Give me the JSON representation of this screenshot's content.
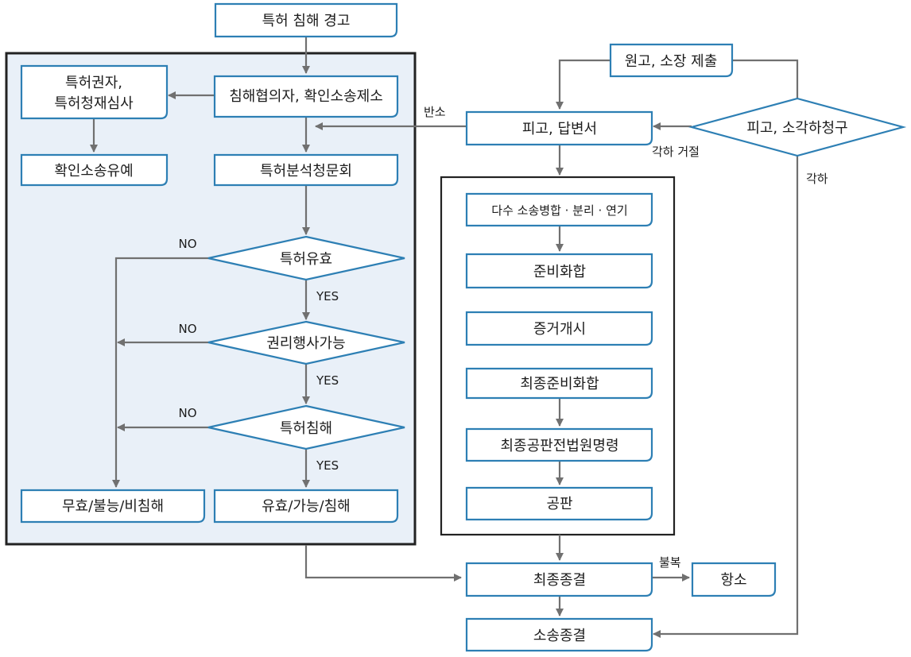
{
  "nodes": {
    "warning": "특허 침해 경고",
    "infringer_action": "침해협의자, 확인소송제소",
    "holder_trial_1": "특허권자,",
    "holder_trial_2": "특허청재심사",
    "suspend": "확인소송유예",
    "hearing": "특허분석청문회",
    "valid_q": "특허유효",
    "enforce_q": "권리행사가능",
    "infringe_q": "특허침해",
    "neg_result": "무효/불능/비침해",
    "pos_result": "유효/가능/침해",
    "complaint": "원고, 소장 제출",
    "answer": "피고, 답변서",
    "dismiss_q": "피고, 소각하청구",
    "consolidate": "다수 소송병합 · 분리 · 연기",
    "prep": "준비화합",
    "discovery": "증거개시",
    "final_prep": "최종준비화합",
    "pretrial_order": "최종공판전법원명령",
    "trial": "공판",
    "final": "최종종결",
    "appeal": "항소",
    "end": "소송종결"
  },
  "labels": {
    "no": "NO",
    "yes": "YES",
    "counter": "반소",
    "denied": "각하 거절",
    "dismissed": "각하",
    "appeal_label": "불복"
  },
  "colors": {
    "box_border": "#2d7fb4",
    "panel_fill": "#e9f0f8",
    "arrow": "#707070"
  }
}
